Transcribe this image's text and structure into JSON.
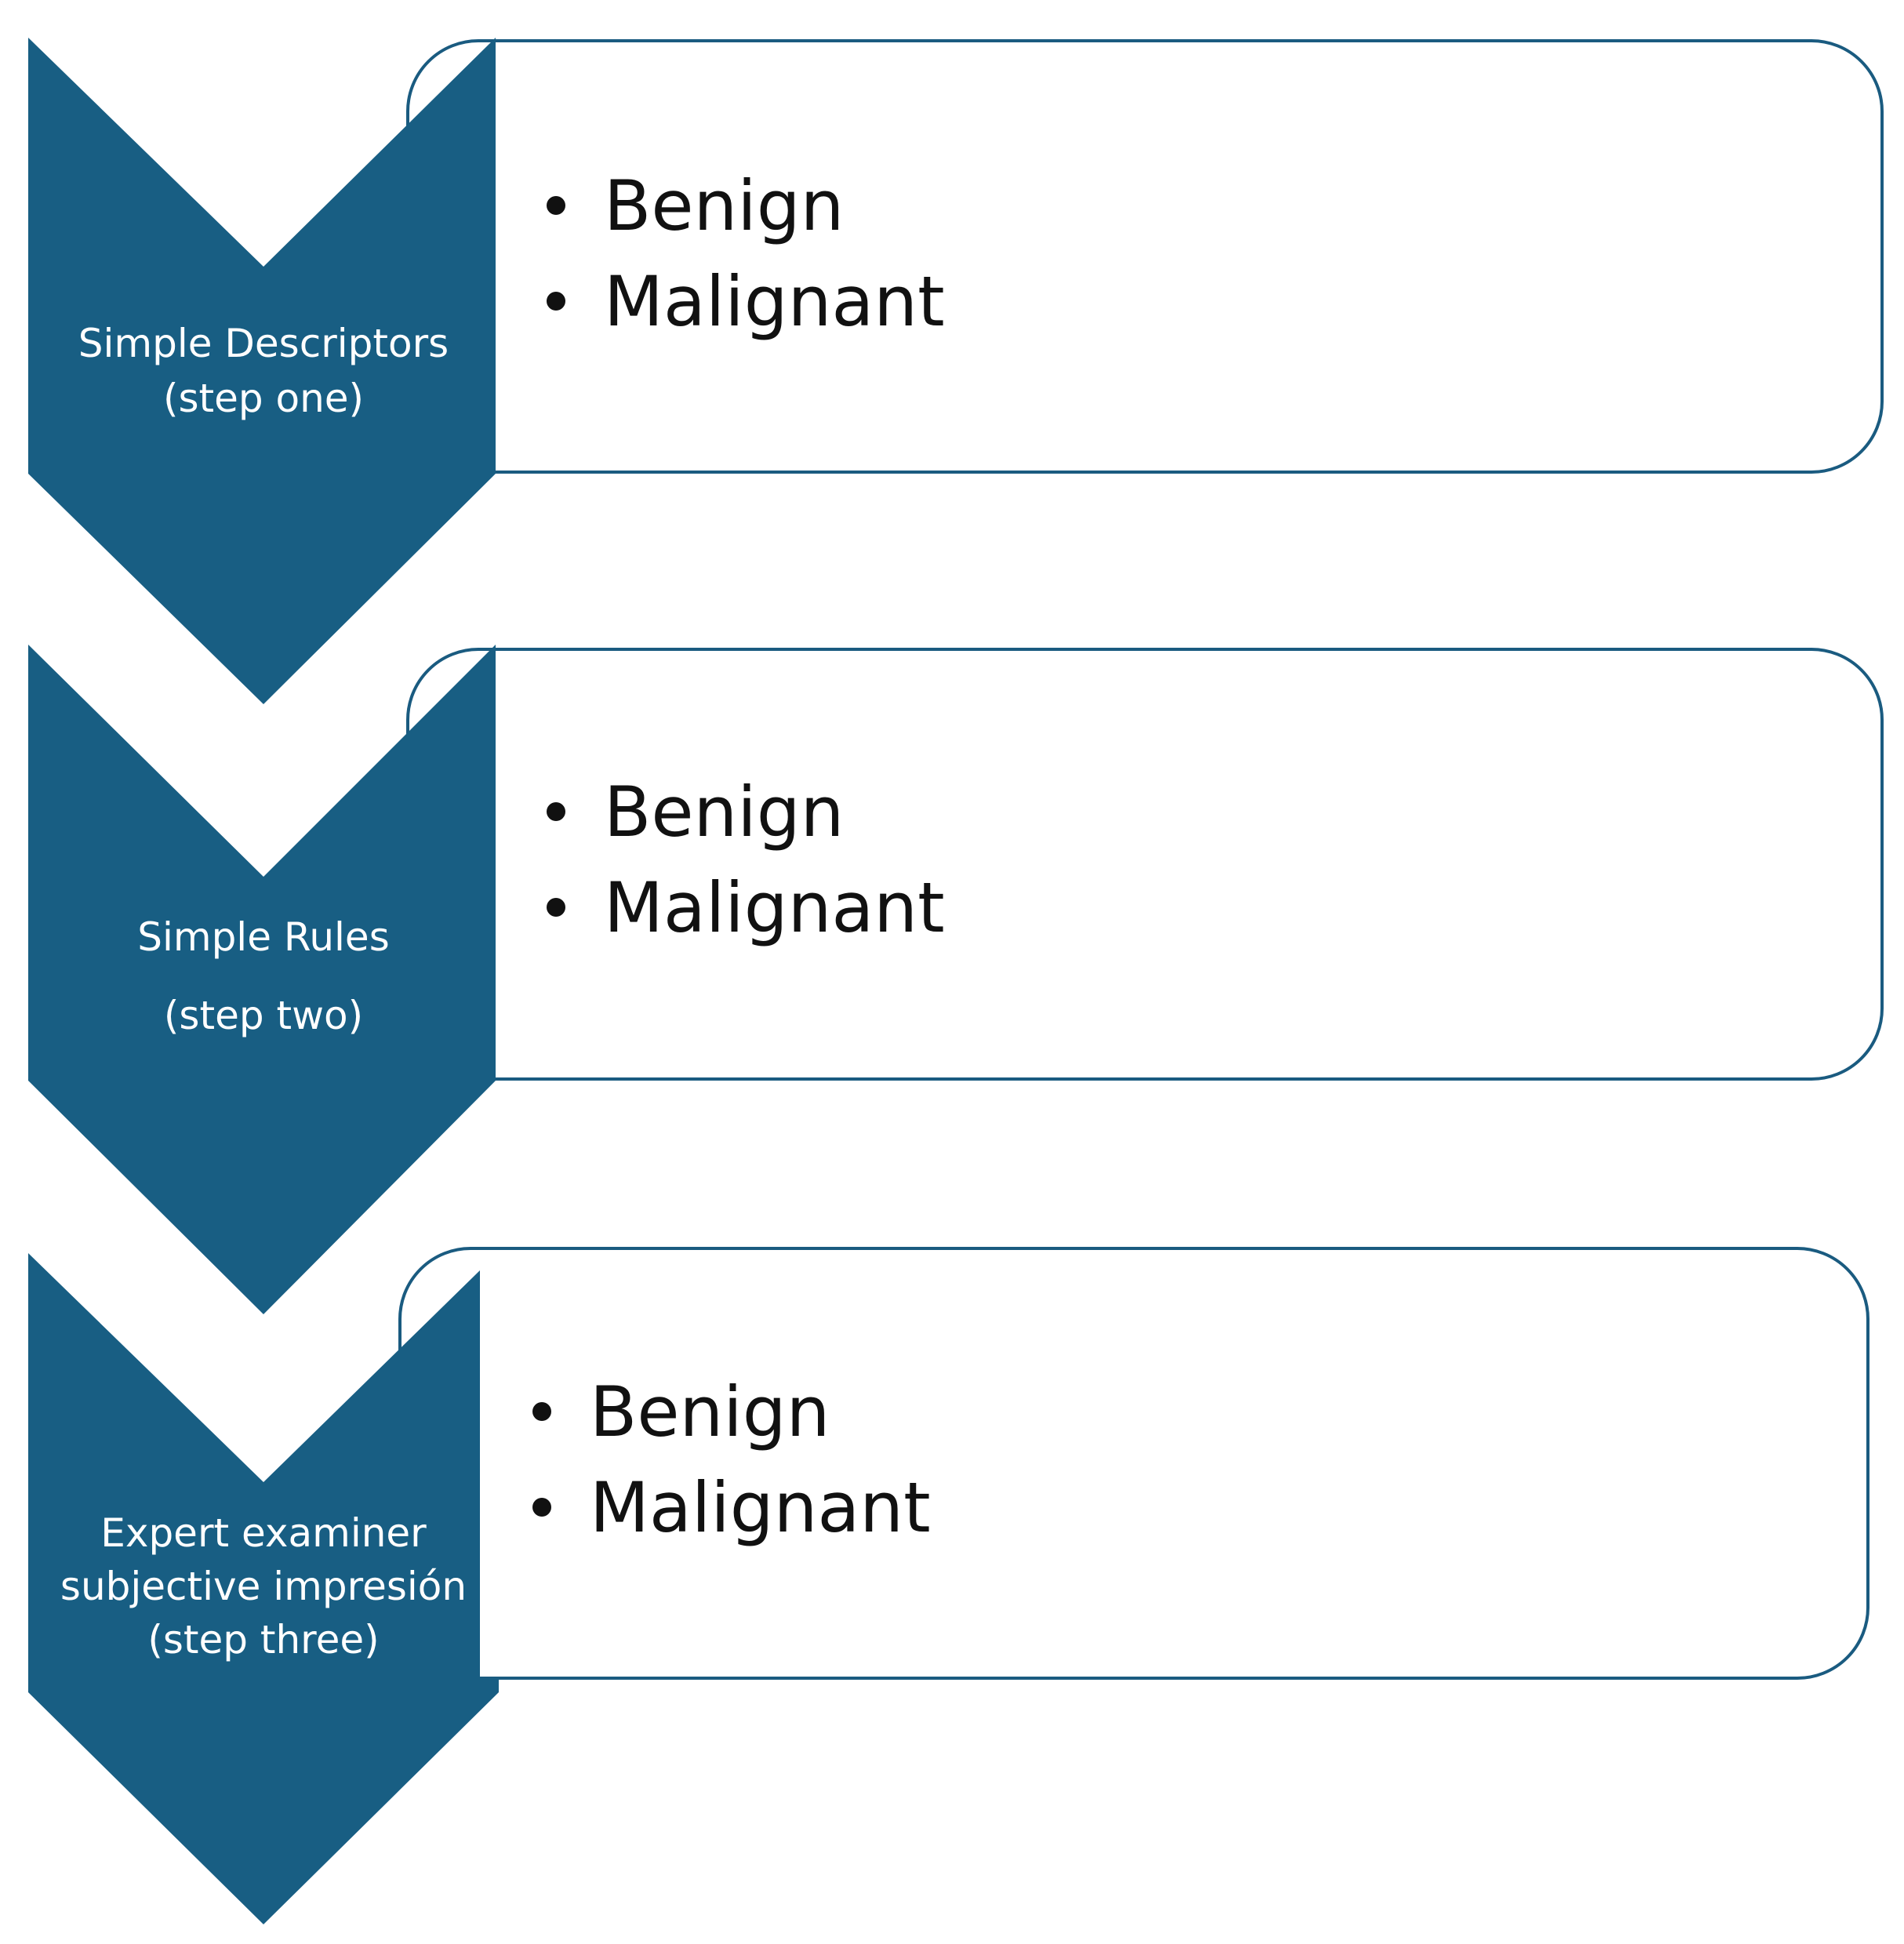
{
  "colors": {
    "chevron_fill": "#185e83",
    "box_border": "#1a5b80",
    "label_text": "#ffffff",
    "bullet_text": "#111111"
  },
  "steps": [
    {
      "label_lines": [
        "Simple Descriptors",
        "(step one)"
      ],
      "items": [
        "Benign",
        "Malignant"
      ]
    },
    {
      "label_lines": [
        "Simple Rules",
        "(step two)"
      ],
      "items": [
        "Benign",
        "Malignant"
      ]
    },
    {
      "label_lines": [
        "Expert examiner",
        "subjective impresión",
        "(step three)"
      ],
      "items": [
        "Benign",
        "Malignant"
      ]
    }
  ]
}
